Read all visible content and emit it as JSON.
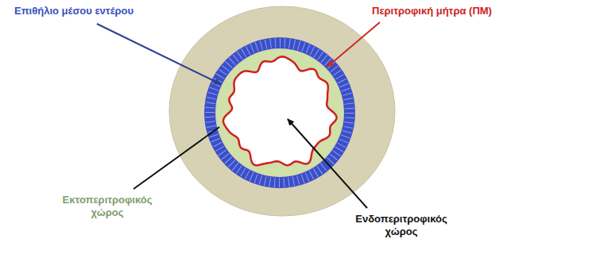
{
  "diagram": {
    "labels": [
      "Επιθήλιο μέσου εντέρου",
      "Περιτροφική μήτρα (ΠΜ)",
      "Εκτοπεριτροφικός χώρος",
      "Ενδοπεριτροφικός χώρος"
    ]
  }
}
